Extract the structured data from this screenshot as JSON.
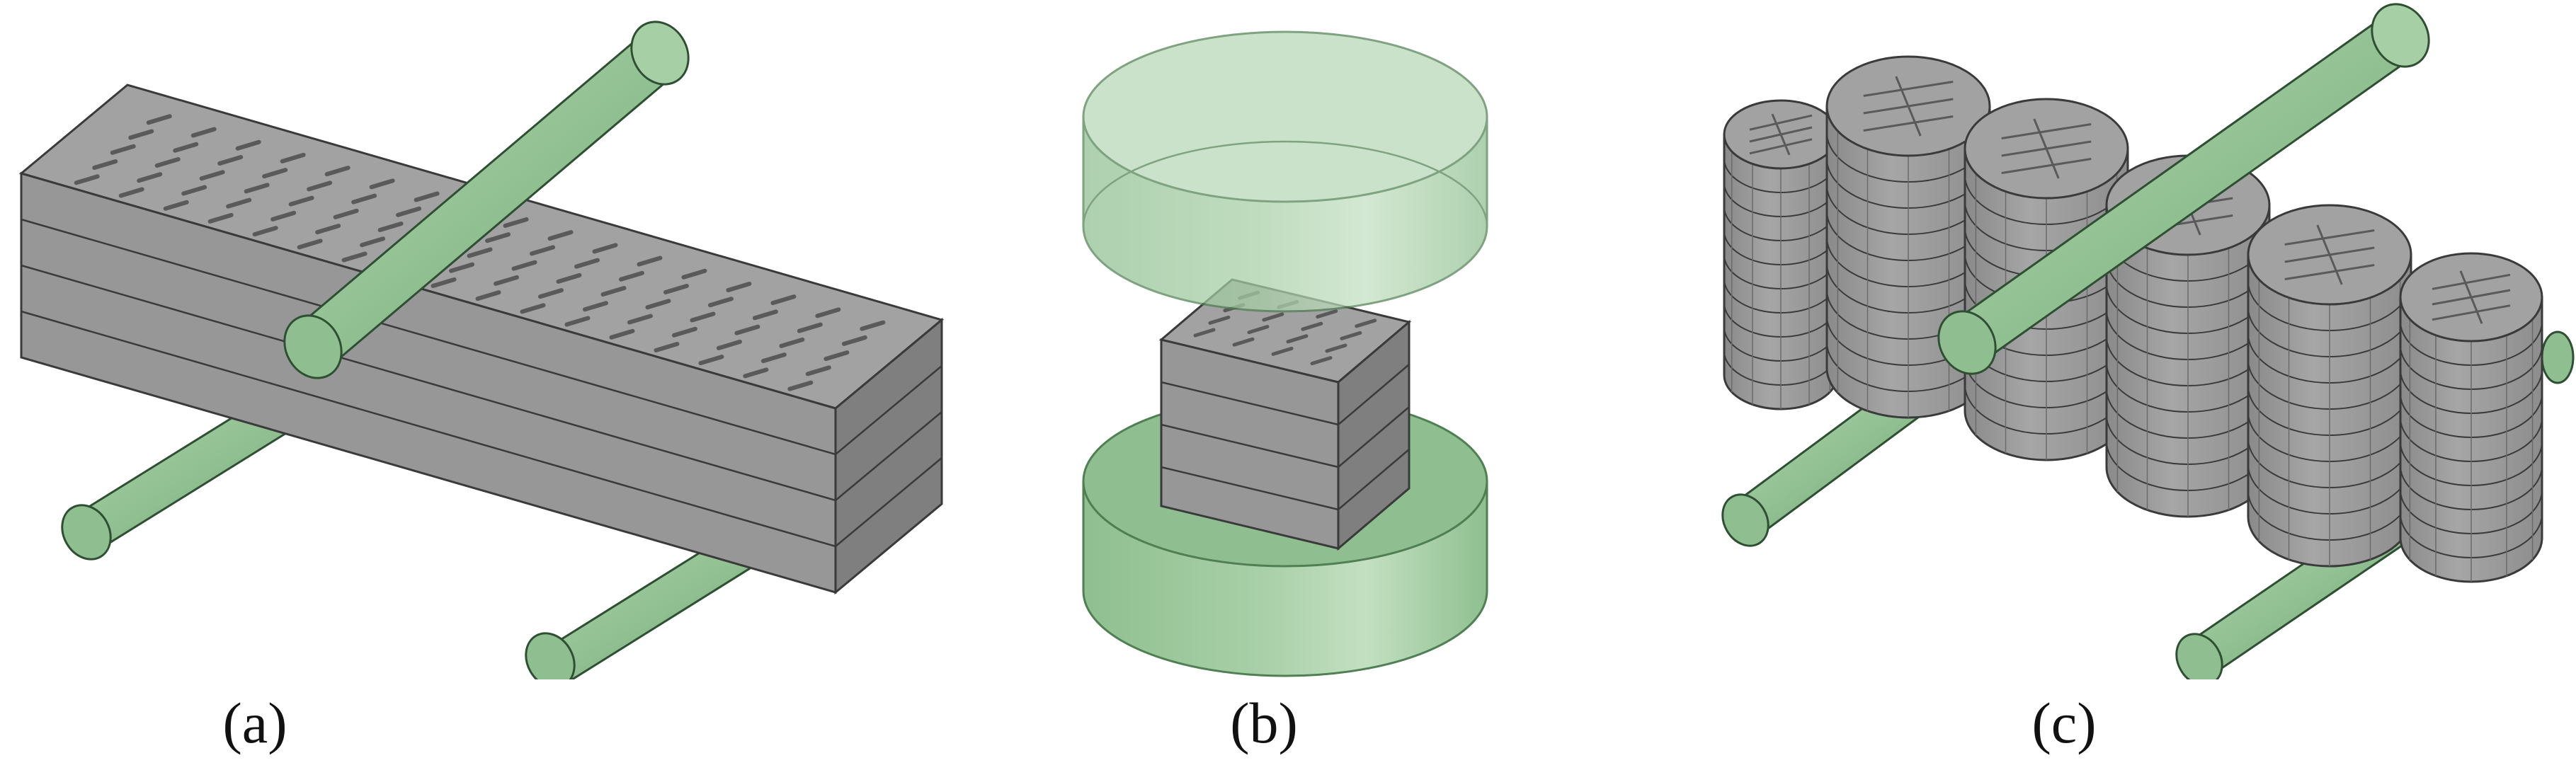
{
  "panels": [
    {
      "id": "a",
      "label": "(a)"
    },
    {
      "id": "b",
      "label": "(b)"
    },
    {
      "id": "c",
      "label": "(c)"
    }
  ],
  "colors": {
    "specimen_top": "#a2a2a2",
    "specimen_front": "#979797",
    "specimen_side": "#7f7f7f",
    "specimen_edge": "#3a3a3a",
    "support_green": "#8fbf90",
    "support_green_dark": "#5d8f60",
    "support_green_light": "#b7d8b5",
    "crack_mark": "#5a5a5a"
  }
}
